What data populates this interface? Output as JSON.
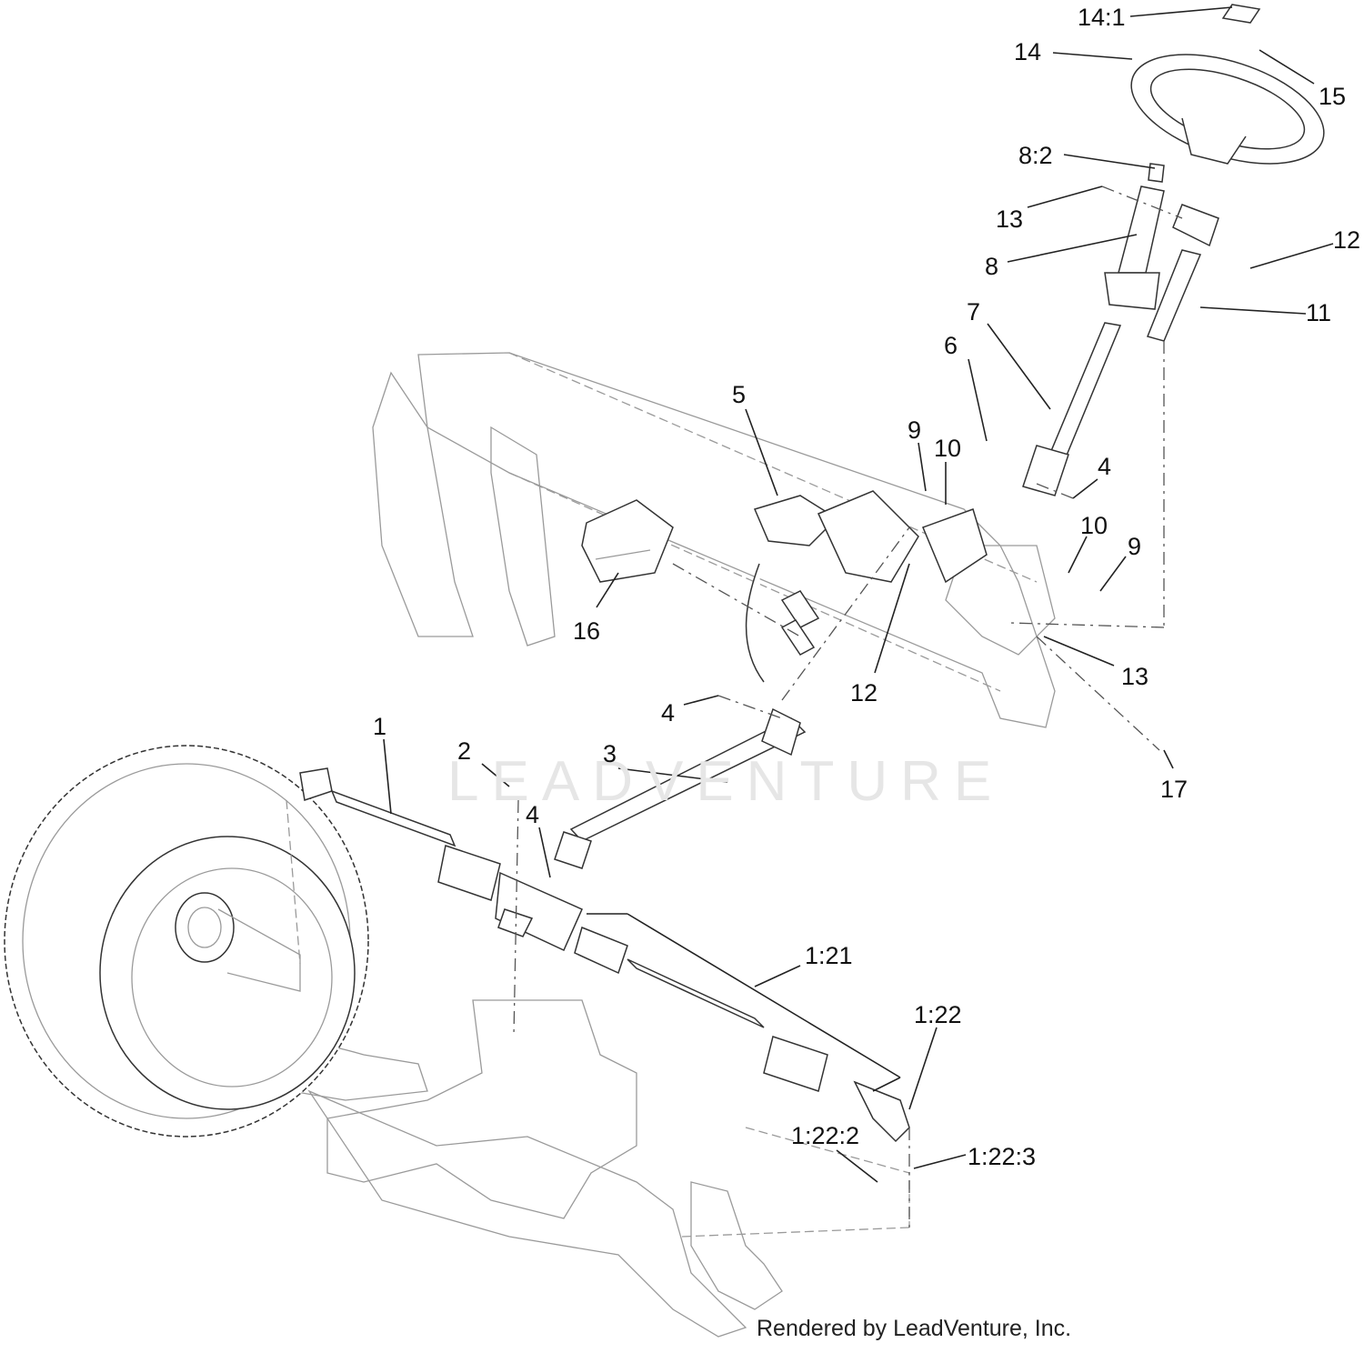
{
  "diagram": {
    "callouts": [
      "14:1",
      "14",
      "15",
      "8:2",
      "13",
      "12",
      "8",
      "11",
      "7",
      "6",
      "5",
      "9",
      "10",
      "4",
      "10",
      "9",
      "16",
      "12",
      "13",
      "4",
      "1",
      "2",
      "3",
      "4",
      "1:21",
      "17",
      "1:22",
      "1:22:2",
      "1:22:3"
    ]
  },
  "watermark": "LEADVENTURE",
  "credit": "Rendered by LeadVenture, Inc."
}
